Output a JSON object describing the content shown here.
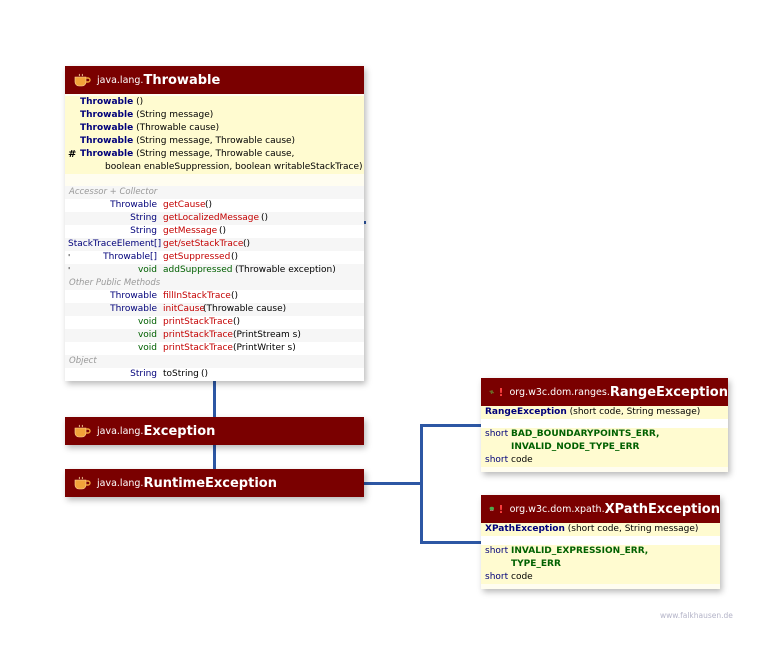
{
  "throwable": {
    "package": "java.lang.",
    "name": "Throwable",
    "ctor_name": "Throwable",
    "constructors": [
      {
        "params": "()"
      },
      {
        "params": "(String message)"
      },
      {
        "params": "(Throwable cause)"
      },
      {
        "params": "(String message, Throwable cause)"
      },
      {
        "params": "(String message, Throwable cause,",
        "continuation": "boolean enableSuppression, boolean writableStackTrace)"
      }
    ],
    "section_accessor": "Accessor + Collector",
    "accessors": [
      {
        "type": "Throwable",
        "name": "getCause",
        "params": "()"
      },
      {
        "type": "String",
        "name": "getLocalizedMessage",
        "params": "()"
      },
      {
        "type": "String",
        "name": "getMessage",
        "params": "()"
      },
      {
        "type": "StackTraceElement[]",
        "name": "get/setStackTrace",
        "params": "()"
      },
      {
        "type": "Throwable[]",
        "name": "getSuppressed",
        "params": "()"
      },
      {
        "type": "void",
        "name": "addSuppressed",
        "params": "(Throwable exception)"
      }
    ],
    "section_other": "Other Public Methods",
    "others": [
      {
        "type": "Throwable",
        "name": "fillInStackTrace",
        "params": "()"
      },
      {
        "type": "Throwable",
        "name": "initCause",
        "params": "(Throwable cause)"
      },
      {
        "type": "void",
        "name": "printStackTrace",
        "params": "()"
      },
      {
        "type": "void",
        "name": "printStackTrace",
        "params": "(PrintStream s)"
      },
      {
        "type": "void",
        "name": "printStackTrace",
        "params": "(PrintWriter s)"
      }
    ],
    "section_object": "Object",
    "object_methods": [
      {
        "type": "String",
        "name": "toString",
        "params": "()"
      }
    ]
  },
  "exception": {
    "package": "java.lang.",
    "name": "Exception"
  },
  "runtime": {
    "package": "java.lang.",
    "name": "RuntimeException"
  },
  "range": {
    "package": "org.w3c.dom.ranges.",
    "name": "RangeException",
    "ctor_name": "RangeException",
    "ctor_params": "(short code, String message)",
    "field_type": "short",
    "constant_1": "BAD_BOUNDARYPOINTS_ERR,",
    "constant_2": "INVALID_NODE_TYPE_ERR",
    "field_name": "code"
  },
  "xpath": {
    "package": "org.w3c.dom.xpath.",
    "name": "XPathException",
    "ctor_name": "XPathException",
    "ctor_params": "(short code, String message)",
    "field_type": "short",
    "constant_1": "INVALID_EXPRESSION_ERR,",
    "constant_2": "TYPE_ERR",
    "field_name": "code"
  },
  "icons": {
    "java": "java-cup-icon",
    "range": "swap-arrows-icon",
    "xpath": "xml-leaf-icon"
  },
  "colors": {
    "header": "#7a0000",
    "connector": "#2d57a4",
    "type_blue": "#00007a",
    "method_red": "#c40000",
    "const_green": "#006000"
  },
  "watermark": "www.falkhausen.de"
}
